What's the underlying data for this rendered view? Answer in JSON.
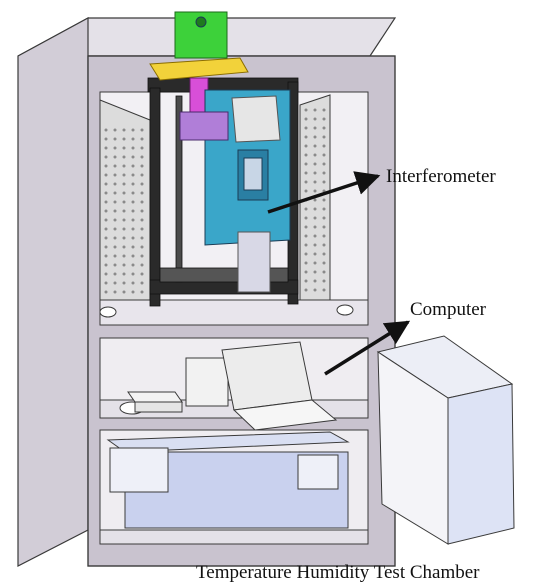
{
  "labels": {
    "interferometer": "Interferometer",
    "computer": "Computer",
    "chamber": "Temperature Humidity Test Chamber"
  },
  "colors": {
    "cabinet_frame": "#c9c3cf",
    "cabinet_edge": "#3a3a3a",
    "panel_light": "#ece9ef",
    "perforated_panel": "#dcdcdc",
    "interferometer_blue": "#3aa6c9",
    "camera_green": "#3dd13a",
    "mount_yellow": "#f2d23a",
    "magenta_part": "#d84fd8",
    "pc_case": "#dde3f5",
    "laptop_screen": "#ececec"
  }
}
